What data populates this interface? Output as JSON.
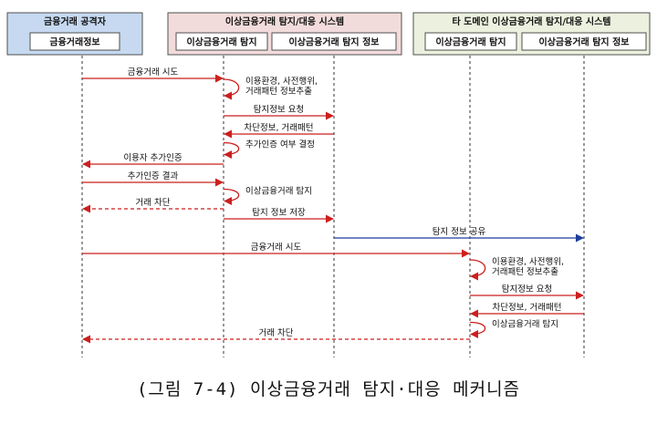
{
  "colors": {
    "arrow": "#cc1f1f",
    "arrow_blue": "#1f3f99",
    "pkg_fill_attacker": "#c6d9f0",
    "pkg_fill_system": "#f2dcdb",
    "pkg_fill_other": "#ebf1de",
    "pkg_stroke": "#4f4f4f",
    "box_fill": "#ffffff"
  },
  "packages": [
    {
      "id": "attacker",
      "title": "금융거래 공격자",
      "fill": "pkg_fill_attacker"
    },
    {
      "id": "system",
      "title": "이상금융거래 탐지/대응 시스템",
      "fill": "pkg_fill_system"
    },
    {
      "id": "other",
      "title": "타 도메인 이상금융거래 탐지/대응 시스템",
      "fill": "pkg_fill_other"
    }
  ],
  "components": [
    {
      "id": "info",
      "package": "attacker",
      "label": "금융거래정보"
    },
    {
      "id": "det1",
      "package": "system",
      "label": "이상금융거래 탐지"
    },
    {
      "id": "dinfo1",
      "package": "system",
      "label": "이상금융거래 탐지 정보"
    },
    {
      "id": "det2",
      "package": "other",
      "label": "이상금융거래 탐지"
    },
    {
      "id": "dinfo2",
      "package": "other",
      "label": "이상금융거래 탐지 정보"
    }
  ],
  "messages": [
    {
      "from": "info",
      "to": "det1",
      "label": "금융거래 시도",
      "style": "solid",
      "color": "arrow"
    },
    {
      "self": "det1",
      "label_lines": [
        "이용환경, 사전행위,",
        "거래패턴 정보추출"
      ]
    },
    {
      "from": "det1",
      "to": "dinfo1",
      "label": "탐지정보 요청",
      "style": "solid",
      "color": "arrow"
    },
    {
      "from": "dinfo1",
      "to": "det1",
      "label": "차단정보, 거래패턴",
      "style": "solid",
      "color": "arrow"
    },
    {
      "self": "det1",
      "label_lines": [
        "추가인증 여부 결정"
      ]
    },
    {
      "from": "det1",
      "to": "info",
      "label": "이용자 추가인증",
      "style": "solid",
      "color": "arrow"
    },
    {
      "from": "info",
      "to": "det1",
      "label": "추가인증 결과",
      "style": "solid",
      "color": "arrow"
    },
    {
      "self": "det1",
      "label_lines": [
        "이상금융거래 탐지"
      ]
    },
    {
      "from": "det1",
      "to": "info",
      "label": "거래 차단",
      "style": "dashed",
      "color": "arrow"
    },
    {
      "from": "det1",
      "to": "dinfo1",
      "label": "탐지 정보 저장",
      "style": "solid",
      "color": "arrow"
    },
    {
      "from": "dinfo1",
      "to": "dinfo2",
      "label": "탐지 정보 공유",
      "style": "solid",
      "color": "arrow_blue"
    },
    {
      "from": "info",
      "to": "det2",
      "label": "금융거래 시도",
      "style": "solid",
      "color": "arrow"
    },
    {
      "self": "det2",
      "label_lines": [
        "이용환경, 사전행위,",
        "거래패턴 정보추출"
      ]
    },
    {
      "from": "det2",
      "to": "dinfo2",
      "label": "탐지정보 요청",
      "style": "solid",
      "color": "arrow"
    },
    {
      "from": "dinfo2",
      "to": "det2",
      "label": "차단정보, 거래패턴",
      "style": "solid",
      "color": "arrow"
    },
    {
      "self": "det2",
      "label_lines": [
        "이상금융거래 탐지"
      ]
    },
    {
      "from": "det2",
      "to": "info",
      "label": "거래 차단",
      "style": "dashed",
      "color": "arrow"
    }
  ],
  "caption": "(그림 7-4) 이상금융거래 탐지·대응 메커니즘"
}
